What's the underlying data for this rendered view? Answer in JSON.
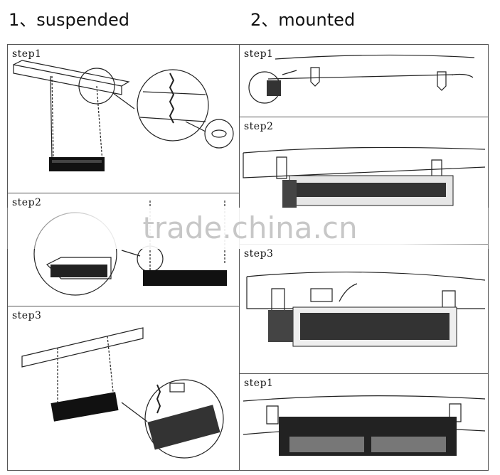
{
  "headings": {
    "left_num": "1",
    "left_sep": "、",
    "left_title": "suspended",
    "right_num": "2",
    "right_sep": "、",
    "right_title": "mounted"
  },
  "suspended_steps": [
    "step1",
    "step2",
    "step3"
  ],
  "mounted_steps": [
    "step1",
    "step2",
    "step3",
    "step1"
  ],
  "watermark": "trade.china.cn"
}
